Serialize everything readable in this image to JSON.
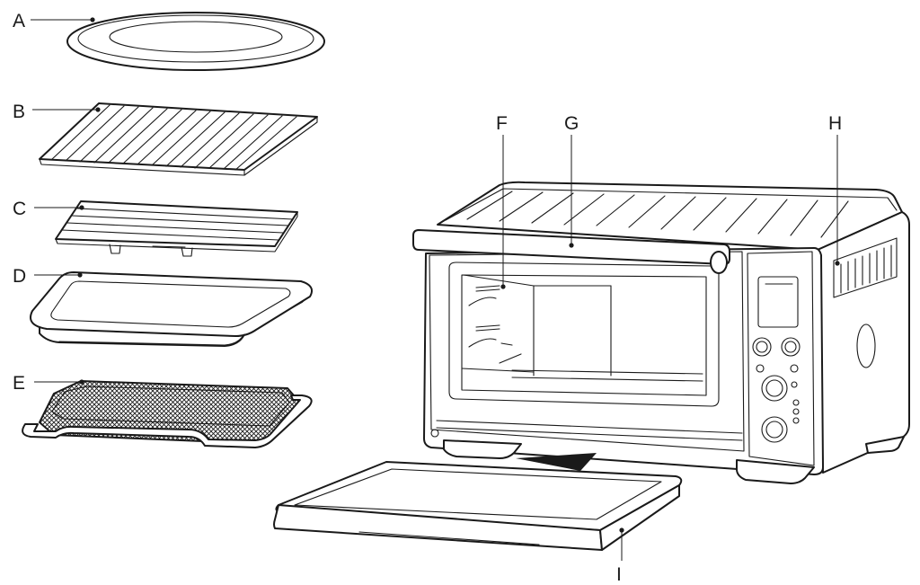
{
  "labels": {
    "a": "A",
    "b": "B",
    "c": "C",
    "d": "D",
    "e": "E",
    "f": "F",
    "g": "G",
    "h": "H",
    "i": "I"
  }
}
